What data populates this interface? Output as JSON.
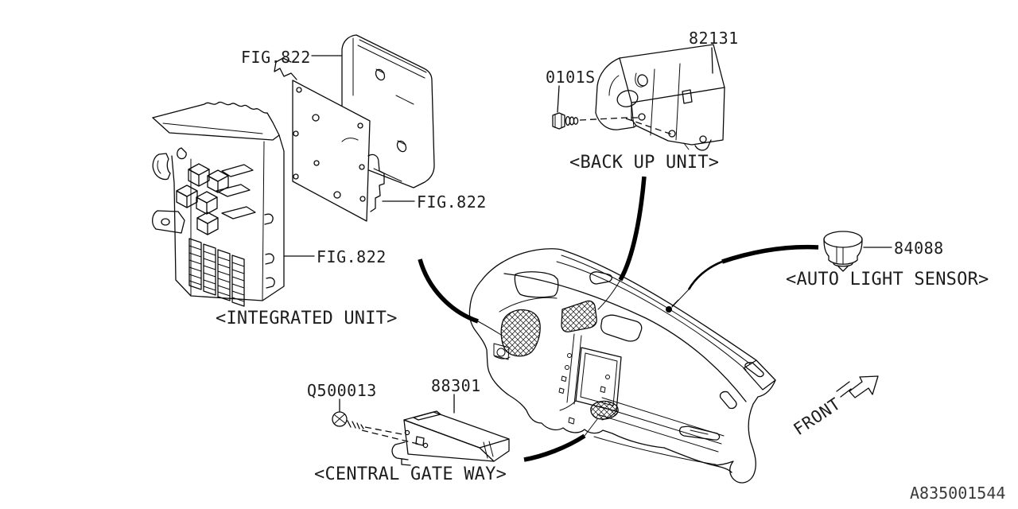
{
  "diagram": {
    "type": "vehicle-parts-diagram",
    "drawing_number": "A835001544",
    "callouts": [
      {
        "id": "fig822-top",
        "label": "FIG.822"
      },
      {
        "id": "fig822-right",
        "label": "FIG.822"
      },
      {
        "id": "fig822-left",
        "label": "FIG.822"
      },
      {
        "id": "0101S",
        "label": "0101S"
      },
      {
        "id": "82131",
        "label": "82131"
      },
      {
        "id": "84088",
        "label": "84088"
      },
      {
        "id": "Q500013",
        "label": "Q500013"
      },
      {
        "id": "88301",
        "label": "88301"
      }
    ],
    "captions": {
      "integrated_unit": "<INTEGRATED UNIT>",
      "backup_unit": "<BACK UP UNIT>",
      "auto_light_sensor": "<AUTO LIGHT SENSOR>",
      "central_gateway": "<CENTRAL GATE WAY>"
    },
    "direction_label": "FRONT",
    "colors": {
      "line": "#0a0a0a",
      "text": "#1d1d1d",
      "leader": "#000000",
      "background": "#ffffff"
    }
  }
}
